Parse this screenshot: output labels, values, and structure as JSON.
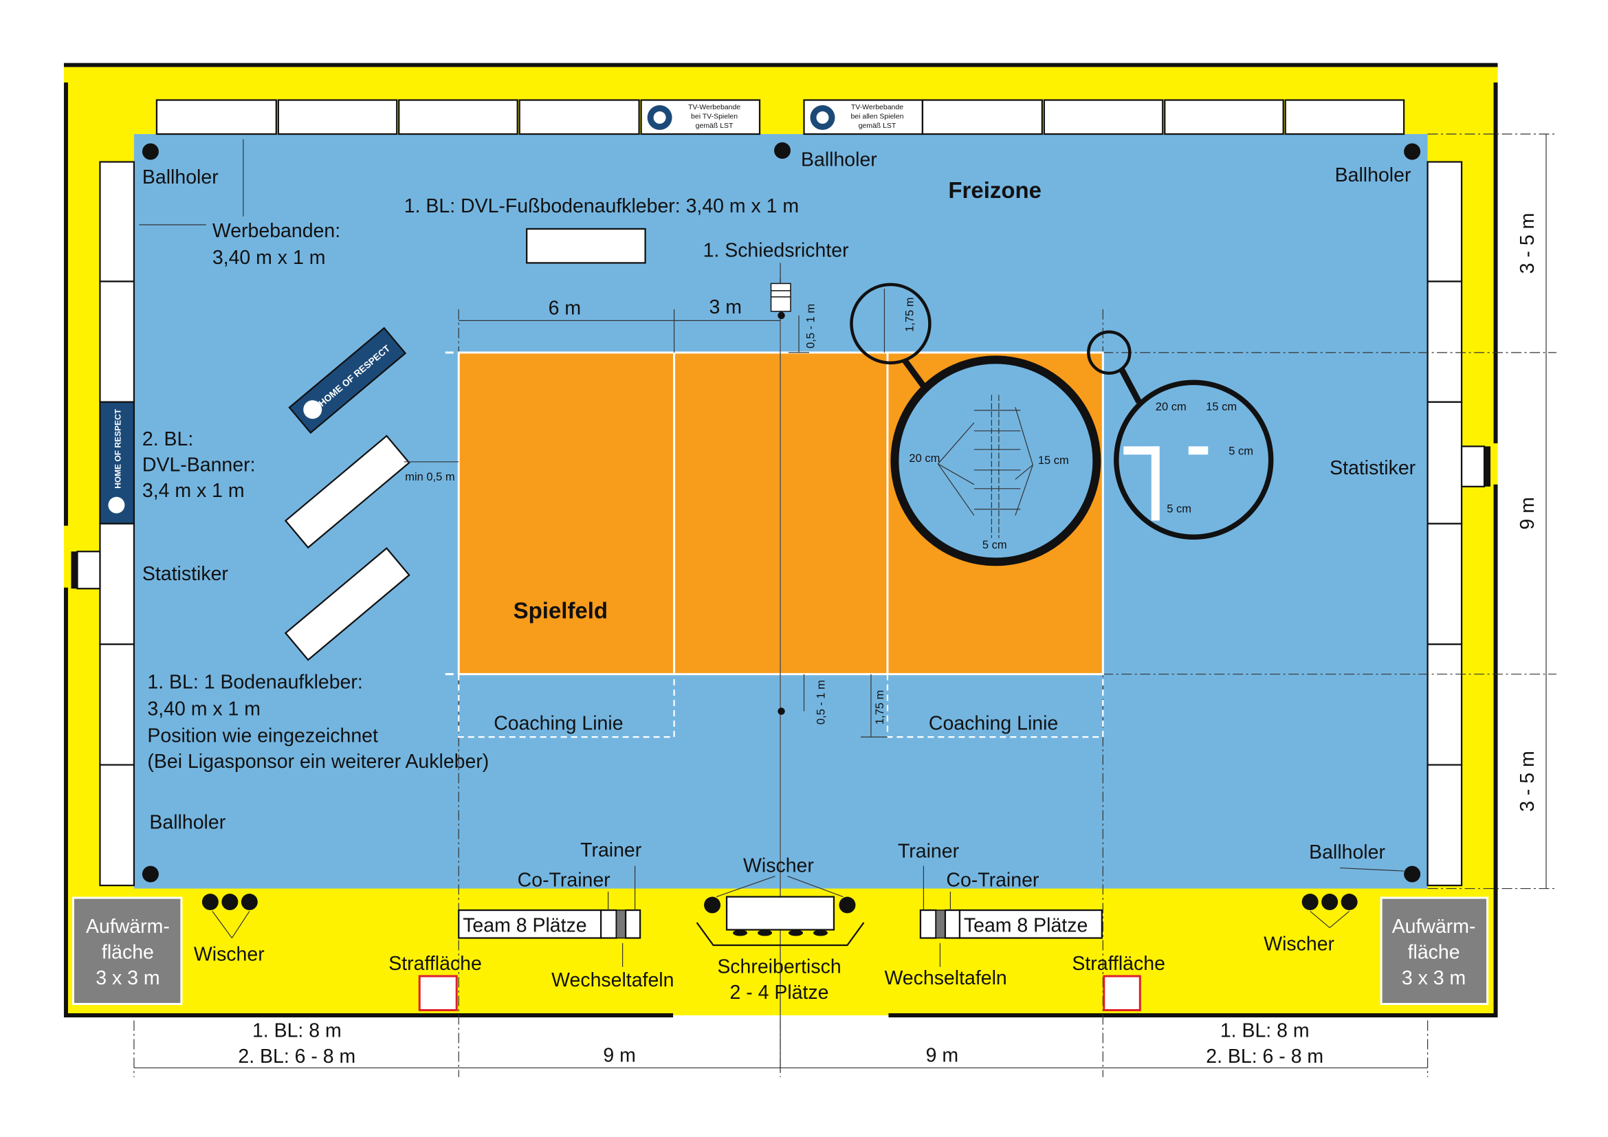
{
  "colors": {
    "hall": "#fff200",
    "free_zone": "#74b5e0",
    "court": "#f89c1c",
    "warmup": "#808080",
    "banner_blue": "#1c4a78",
    "penalty": "#e0202a"
  },
  "top_banners": {
    "tv1": [
      "TV-Werbebande",
      "bei TV-Spielen",
      "gemäß LST"
    ],
    "tv2": [
      "TV-Werbebande",
      "bei allen Spielen",
      "gemäß LST"
    ]
  },
  "home_of_respect": "HOME OF RESPECT",
  "labels": {
    "freizone": "Freizone",
    "spielfeld": "Spielfeld",
    "ballholer": "Ballholer",
    "werbebanden_1": "Werbebanden:",
    "werbebanden_2": "3,40 m x 1 m",
    "bl1_sticker": "1. BL:  DVL-Fußbodenaufkleber: 3,40 m x 1 m",
    "schiedsrichter": "1. Schiedsrichter",
    "six_m": "6 m",
    "three_m": "3 m",
    "ref_dist": "0,5 - 1 m",
    "zone_175": "1,75 m",
    "min_05": "min 0,5 m",
    "bl2_1": "2. BL:",
    "bl2_2": "DVL-Banner:",
    "bl2_3": "3,4 m x 1 m",
    "statistiker": "Statistiker",
    "floor_1": "1. BL: 1 Bodenaufkleber:",
    "floor_2": "3,40 m x 1 m",
    "floor_3": "Position wie eingezeichnet",
    "floor_4": "(Bei Ligasponsor ein weiterer Aukleber)",
    "coaching": "Coaching Linie",
    "trainer": "Trainer",
    "co_trainer": "Co-Trainer",
    "wischer": "Wischer",
    "team": "Team 8 Plätze",
    "wechseltafeln": "Wechseltafeln",
    "strafflaeche": "Straffläche",
    "schreibertisch_1": "Schreibertisch",
    "schreibertisch_2": "2 - 4 Plätze",
    "warmup_1": "Aufwärm-",
    "warmup_2": "fläche",
    "warmup_3": "3 x 3 m"
  },
  "detail": {
    "cm20": "20 cm",
    "cm15": "15 cm",
    "cm5": "5 cm"
  },
  "dimensions": {
    "side_1": "1. BL: 8 m",
    "side_2": "2. BL: 6 - 8 m",
    "half": "9 m",
    "end": "3 - 5 m",
    "width": "9 m"
  }
}
